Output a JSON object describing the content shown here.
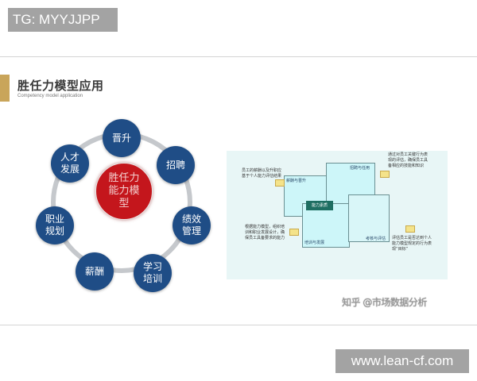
{
  "header": {
    "tag_label": "TG: MYYJJPP"
  },
  "section": {
    "title": "胜任力模型应用",
    "subtitle": "Competency model application",
    "accent_color": "#c9a55a"
  },
  "wheel": {
    "center": "胜任力能力模型",
    "center_color": "#c4161c",
    "node_color": "#1f4d86",
    "ring_color": "#c5c8cc",
    "nodes": [
      {
        "label": "晋升"
      },
      {
        "label": "招聘"
      },
      {
        "label": "绩效管理"
      },
      {
        "label": "学习培训"
      },
      {
        "label": "薪酬"
      },
      {
        "label": "职业规划"
      },
      {
        "label": "人才发展"
      }
    ]
  },
  "diagram": {
    "core_label": "能力素质",
    "boxes": [
      {
        "label": "薪酬与晋升"
      },
      {
        "label": "招聘与任用"
      },
      {
        "label": "培训与发展"
      },
      {
        "label": "考核与评估"
      }
    ],
    "notes": [
      {
        "text": "员工的薪酬以及升职应基于个人能力评估结果"
      },
      {
        "text": "根据能力模型，组织培训和职业发展设计，确保员工具备要求的能力"
      },
      {
        "text": "通过对员工关键行为表现的评估，确保员工具备相应的技能和知识"
      },
      {
        "text": "评估员工是否达到个人能力模型规定的行为表现“目标”"
      }
    ]
  },
  "watermark": "知乎 @市场数据分析",
  "footer": {
    "site_label": "www.lean-cf.com"
  }
}
